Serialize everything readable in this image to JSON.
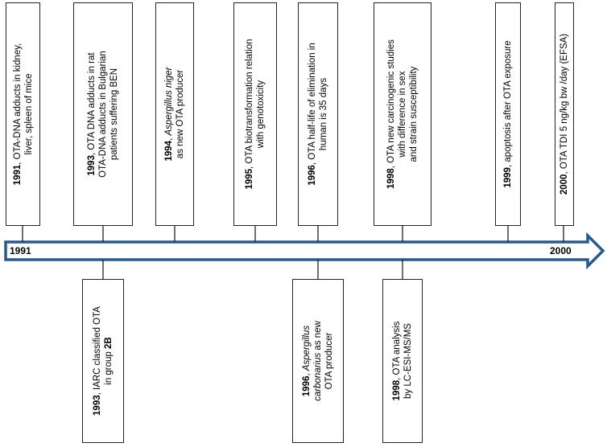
{
  "timeline": {
    "start_label": "1991",
    "end_label": "2000",
    "events_above": [
      {
        "year": "1991",
        "lines": [
          "OTA-DNA adducts in kidney,",
          "liver,  spleen of mice"
        ]
      },
      {
        "year": "1993",
        "lines": [
          "OTA DNA adducts in rat",
          "OTA-DNA adducts  in  Bulgarian",
          "patients suffering BEN"
        ]
      },
      {
        "year": "1994",
        "lines": [
          "Aspergillus niger",
          "as new OTA producer"
        ],
        "italic_first": true
      },
      {
        "year": "1995",
        "lines": [
          "OTA biotransformation relation",
          "with genotoxicity"
        ]
      },
      {
        "year": "1996",
        "lines": [
          "OTA half-life of elimination in",
          "human is 35 days"
        ]
      },
      {
        "year": "1998",
        "lines": [
          "OTA new carcinogenic studies",
          "with difference in sex",
          "and strain susceptibility"
        ]
      },
      {
        "year": "1999",
        "lines": [
          "apoptosis after OTA exposure"
        ]
      },
      {
        "year": "2000",
        "lines": [
          "OTA TDI  5 ng/kg bw /day (EFSA)"
        ]
      }
    ],
    "events_below": [
      {
        "year": "1993",
        "lines": [
          "IARC classified OTA",
          "in group 2B"
        ]
      },
      {
        "year": "1996",
        "lines": [
          "Aspergillus",
          "carbonarius as new",
          "OTA producer"
        ],
        "italic_first": true
      },
      {
        "year": "1998",
        "lines": [
          "OTA analysis",
          "by LC-ESI-MS/MS"
        ]
      }
    ]
  }
}
